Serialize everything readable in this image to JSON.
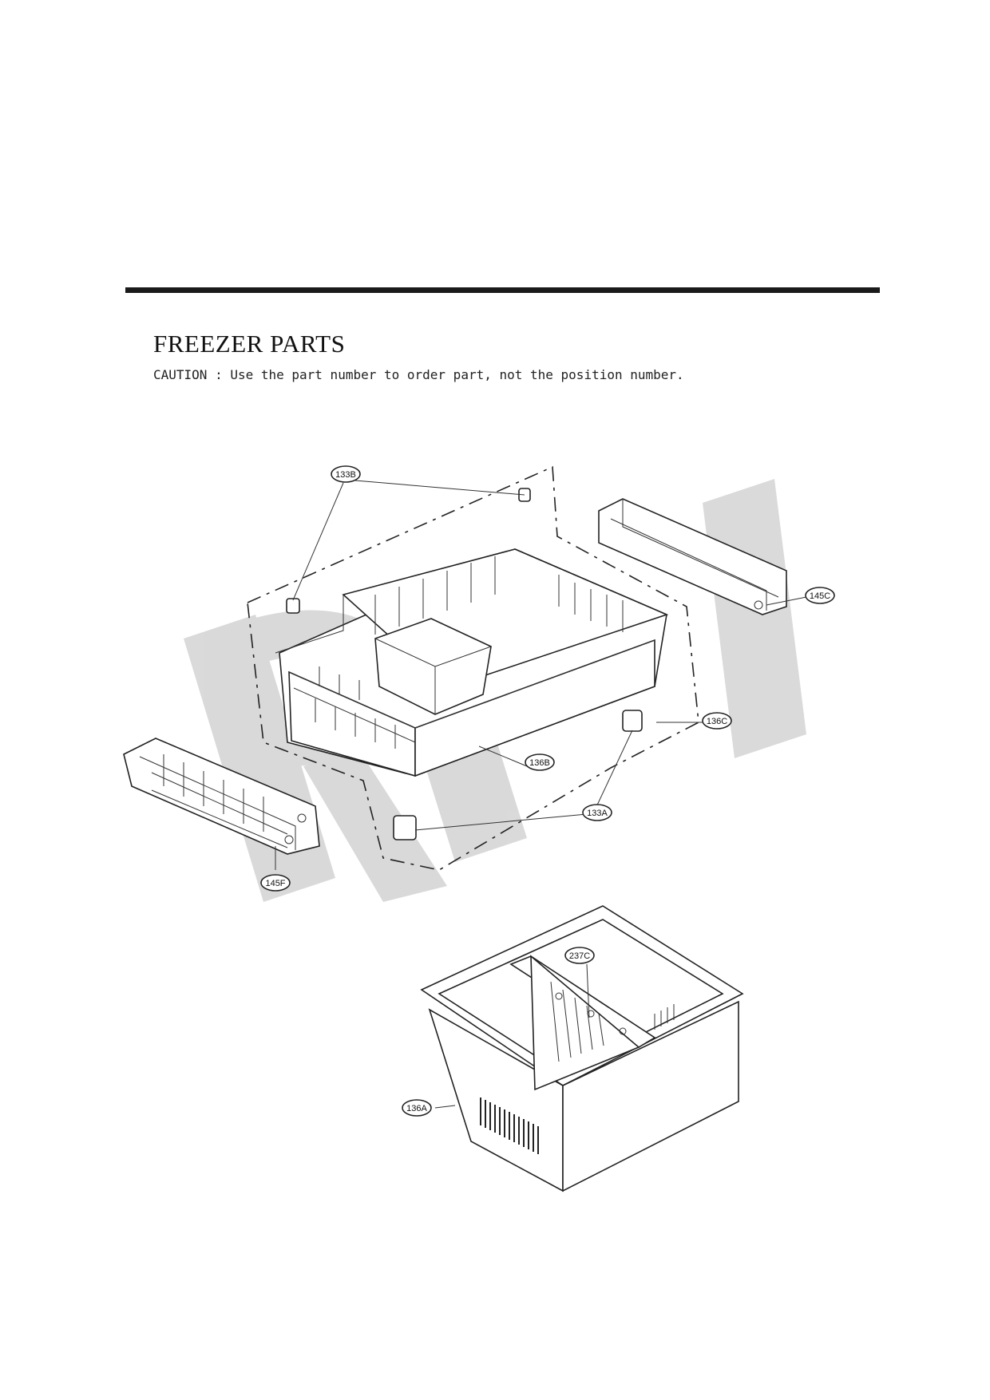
{
  "page": {
    "title": "FREEZER PARTS",
    "caution": "CAUTION : Use the part number to order part, not the position number."
  },
  "watermark": "RPI",
  "callouts": [
    {
      "id": "133B",
      "label": "133B"
    },
    {
      "id": "145C",
      "label": "145C"
    },
    {
      "id": "136C",
      "label": "136C"
    },
    {
      "id": "136B",
      "label": "136B"
    },
    {
      "id": "133A",
      "label": "133A"
    },
    {
      "id": "145F",
      "label": "145F"
    },
    {
      "id": "237C",
      "label": "237C"
    },
    {
      "id": "136A",
      "label": "136A"
    }
  ]
}
